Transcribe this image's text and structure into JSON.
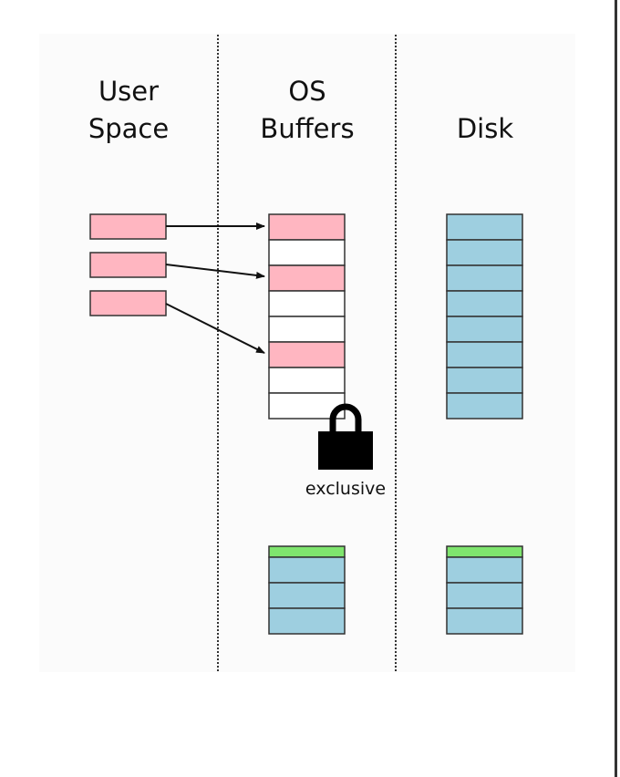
{
  "columns": {
    "user_space": {
      "line1": "User",
      "line2": "Space"
    },
    "os_buffers": {
      "line1": "OS",
      "line2": "Buffers"
    },
    "disk": {
      "line1": "Disk"
    }
  },
  "lock": {
    "label": "exclusive",
    "icon": "padlock-icon"
  },
  "colors": {
    "dirty": "#ffb6c1",
    "clean": "#ffffff",
    "disk": "#9ecfe0",
    "flushed": "#7fe56e",
    "stroke": "#333333"
  }
}
